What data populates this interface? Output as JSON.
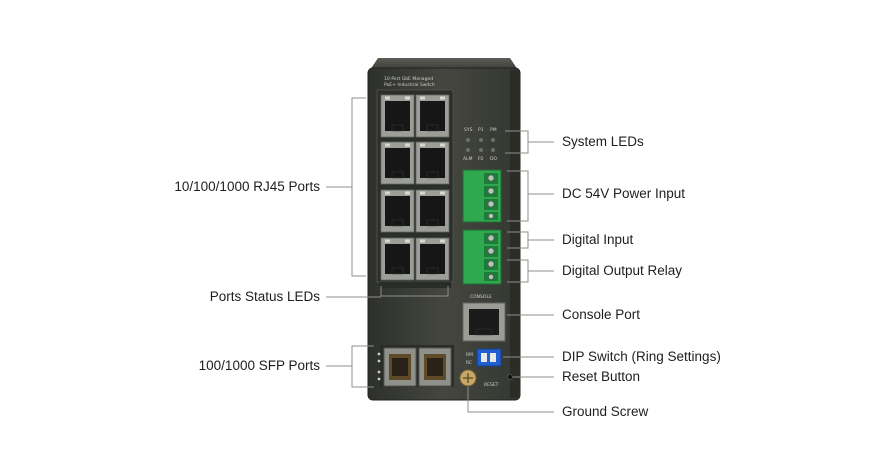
{
  "device": {
    "model_line1": "10-Port GbE Managed",
    "model_line2": "PoE+ Industrial Switch",
    "system_led_labels": [
      "SYS",
      "P1",
      "PM",
      "ALM",
      "P2",
      "DO"
    ],
    "console_label": "CONSOLE",
    "dip_labels": [
      "RM",
      "RC"
    ],
    "reset_label": "RESET"
  },
  "callouts": {
    "rj45_ports": "10/100/1000 RJ45 Ports",
    "ports_status_leds": "Ports Status LEDs",
    "sfp_ports": "100/1000 SFP Ports",
    "system_leds": "System LEDs",
    "power_input": "DC 54V Power Input",
    "digital_input": "Digital Input",
    "digital_output": "Digital Output Relay",
    "console_port": "Console Port",
    "dip_switch": "DIP Switch (Ring Settings)",
    "reset_button": "Reset Button",
    "ground_screw": "Ground Screw"
  },
  "colors": {
    "enclosure": "#3b3d38",
    "terminal_green": "#2fa84f",
    "dip_blue": "#1f5fcf",
    "leader_line": "#8f8f8f"
  }
}
